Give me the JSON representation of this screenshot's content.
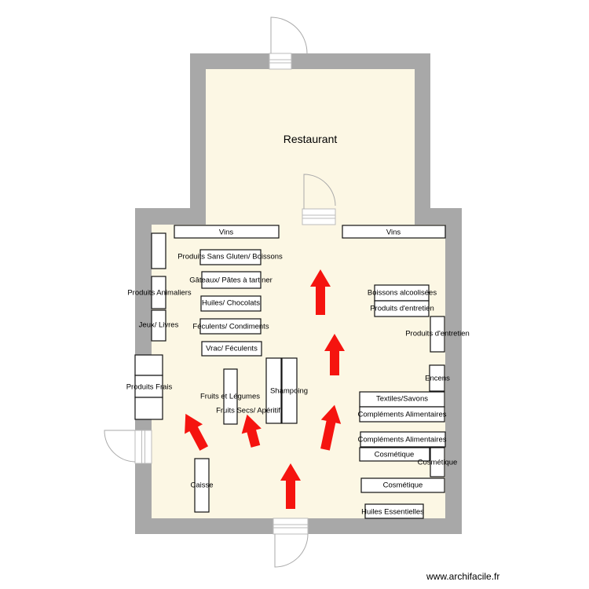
{
  "colors": {
    "wall": "#a8a8a8",
    "floor": "#fcf7e4",
    "arrow": "#f5140f",
    "shelf": "#ffffff"
  },
  "rooms": {
    "restaurant": "Restaurant"
  },
  "shelves": {
    "vins_left": "Vins",
    "vins_right": "Vins",
    "sans_gluten": "Produits Sans Gluten/ Boissons",
    "gateaux": "Gâteaux/ Pâtes à tartiner",
    "huiles_chocolats": "Huiles/ Chocolats",
    "feculents_condiments": "Féculents/ Condiments",
    "vrac": "Vrac/ Féculents",
    "animaliers": "Produits Animaliers",
    "jeux": "Jeux/ Livres",
    "frais": "Produits Frais",
    "fruits_legumes": "Fruits et Légumes",
    "fruits_secs": "Fruits Secs/ Apéritif",
    "shampoing": "Shampoing",
    "caisse": "Caisse",
    "boissons_alcool": "Boissons alcoolisées",
    "entretien_1": "Produits d'entretien",
    "entretien_2": "Produits d'entretien",
    "encens": "Encens",
    "textiles": "Textiles/Savons",
    "complements_1": "Compléments Alimentaires",
    "complements_2": "Compléments Alimentaires",
    "cosmetique_1": "Cosmétique",
    "cosmetique_2": "Cosmétique",
    "cosmetique_3": "Cosmétique",
    "huiles_essentielles": "Huiles Essentielles"
  },
  "watermark": "www.archifacile.fr"
}
